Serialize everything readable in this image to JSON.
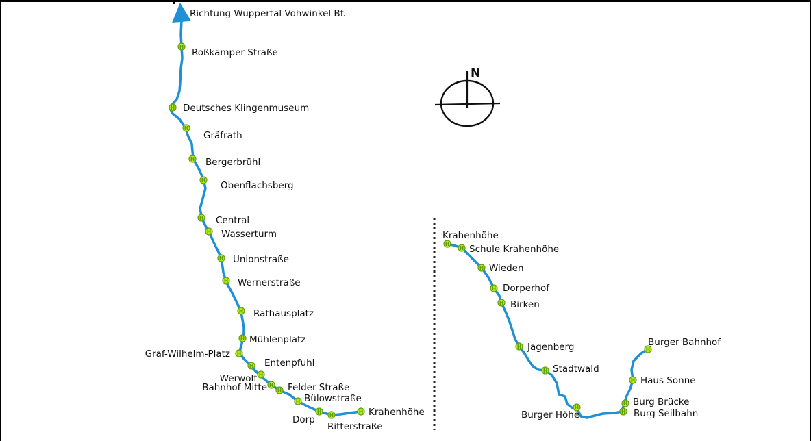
{
  "map": {
    "north_label": "N",
    "route_color": "#1e90d6",
    "stop_fill": "#b7e51f",
    "stop_stroke": "#5fa00a",
    "stop_symbol": "H",
    "left_route": {
      "direction_label": "Richtung Wuppertal Vohwinkel Bf.",
      "stops": [
        "Roßkamper Straße",
        "Deutsches Klingenmuseum",
        "Gräfrath",
        "Bergerbrühl",
        "Obenflachsberg",
        "Central",
        "Wasserturm",
        "Unionstraße",
        "Wernerstraße",
        "Rathausplatz",
        "Mühlenplatz",
        "Graf-Wilhelm-Platz",
        "Entenpfuhl",
        "Werwolf",
        "Bahnhof Mitte",
        "Felder Straße",
        "Bülowstraße",
        "Dorp",
        "Ritterstraße",
        "Krahenhöhe"
      ]
    },
    "right_route": {
      "stops": [
        "Krahenhöhe",
        "Schule Krahenhöhe",
        "Wieden",
        "Dorperhof",
        "Birken",
        "Jagenberg",
        "Stadtwald",
        "Burger Höhe",
        "Burg Seilbahn",
        "Burg Brücke",
        "Haus Sonne",
        "Burger Bahnhof"
      ]
    }
  }
}
